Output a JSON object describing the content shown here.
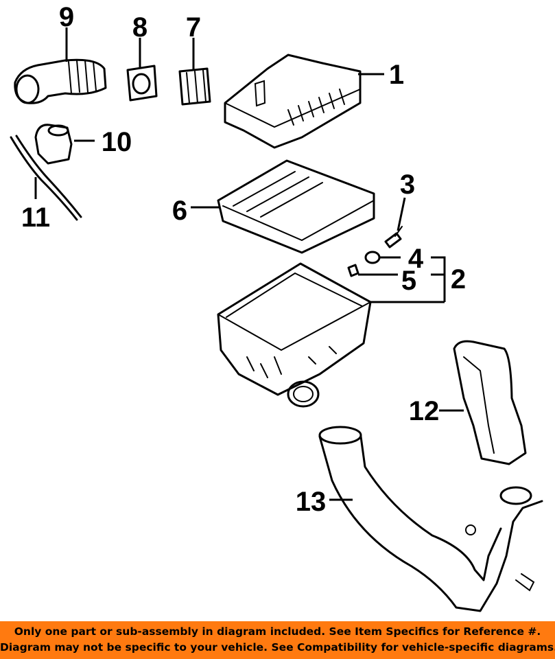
{
  "callouts": {
    "c1": "1",
    "c2": "2",
    "c3": "3",
    "c4": "4",
    "c5": "5",
    "c6": "6",
    "c7": "7",
    "c8": "8",
    "c9": "9",
    "c10": "10",
    "c11": "11",
    "c12": "12",
    "c13": "13"
  },
  "footer": {
    "line1": "Only one part or sub-assembly in diagram included. See Item Specifics for Reference #.",
    "line2": "Diagram may not be specific to your vehicle. See Compatibility for vehicle-specific diagrams."
  },
  "colors": {
    "banner": "#ff7a10",
    "ink": "#000000"
  }
}
